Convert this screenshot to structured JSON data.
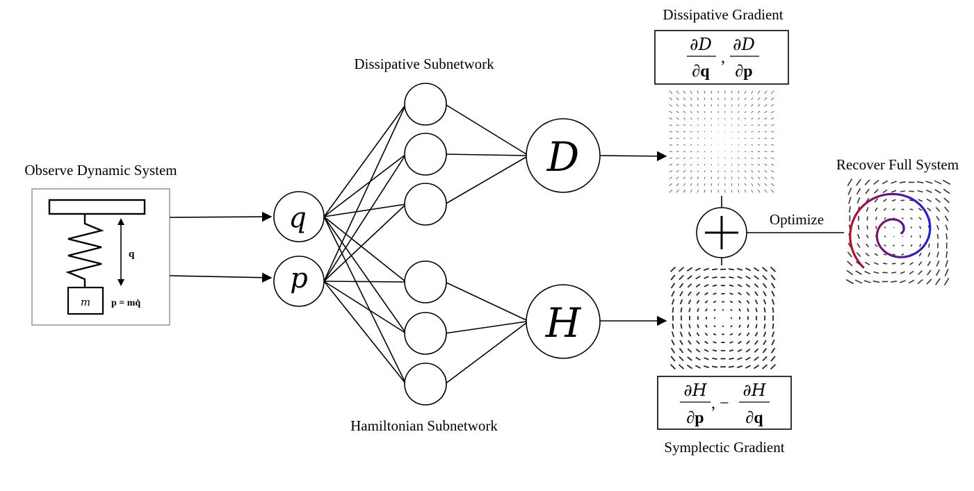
{
  "labels": {
    "observe": "Observe Dynamic System",
    "dissipative_subnetwork": "Dissipative Subnetwork",
    "hamiltonian_subnetwork": "Hamiltonian Subnetwork",
    "dissipative_gradient": "Dissipative Gradient",
    "symplectic_gradient": "Symplectic Gradient",
    "recover": "Recover Full System",
    "optimize": "Optimize"
  },
  "inputs": {
    "q": "q",
    "p": "p"
  },
  "outputs": {
    "D": "D",
    "H": "H",
    "plus": "+"
  },
  "spring_system": {
    "mass": "m",
    "q_label": "q",
    "p_label": "p = mq̇"
  },
  "formulas": {
    "dissipative": {
      "num1": "∂D",
      "den1": "∂q",
      "sep": ",",
      "num2": "∂D",
      "den2": "∂p"
    },
    "symplectic": {
      "num1": "∂H",
      "den1": "∂p",
      "sep": ", −",
      "num2": "∂H",
      "den2": "∂q"
    }
  },
  "colors": {
    "trajectory_start": "#b01030",
    "trajectory_end": "#2020d0",
    "line": "#000000"
  }
}
